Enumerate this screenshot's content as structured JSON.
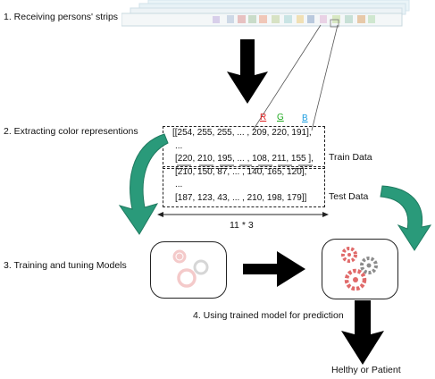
{
  "steps": {
    "step1": "1. Receiving persons' strips",
    "step2": "2. Extracting color representions",
    "step3": "3. Training and tuning Models",
    "step4": "4. Using trained model for prediction"
  },
  "rgb": {
    "r": "R",
    "g": "G",
    "b": "B",
    "r_color": "#e02020",
    "g_color": "#22aa22",
    "b_color": "#1a9de0"
  },
  "matrix": {
    "row1": "[[254, 255, 255, ... , 209, 220, 191],",
    "dots1": "...",
    "row2": "[220, 210, 195, ... , 108, 211, 155 ],",
    "row3": "[210, 150, 87,    ... , 140, 165, 120],",
    "dots2": "...",
    "row4": "[187, 123, 43,    ... , 210, 198, 179]]"
  },
  "labels": {
    "train": "Train Data",
    "test": "Test Data",
    "dims": "11 * 3",
    "result": "Helthy or Patient"
  },
  "colors": {
    "accent_green": "#2a9a7a",
    "gear_red": "#e06a6a",
    "gear_gray": "#8c8c8c"
  }
}
